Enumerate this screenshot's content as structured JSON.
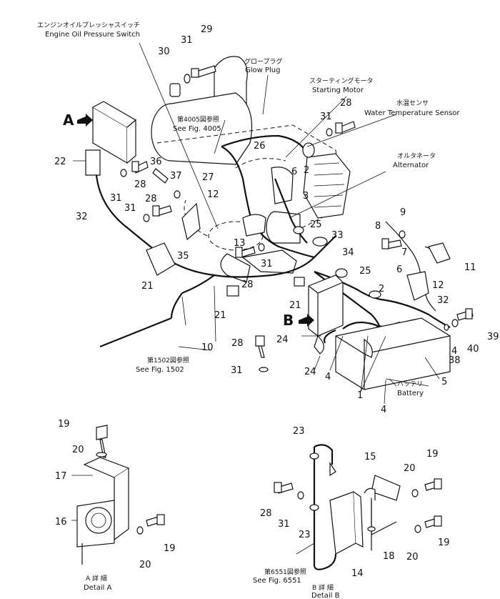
{
  "labels": {
    "oil_switch_jp": "エンジンオイルプレッシャスイッチ",
    "oil_switch_en": "Engine Oil Pressure Switch",
    "glow_plug_jp": "グロープラグ",
    "glow_plug_en": "Glow Plug",
    "starting_motor_jp": "スターティングモータ",
    "starting_motor_en": "Starting Motor",
    "water_temp_jp": "水温センサ",
    "water_temp_en": "Water Temperature Sensor",
    "alternator_jp": "オルタネータ",
    "alternator_en": "Alternator",
    "fig4005_jp": "第4005図参照",
    "fig4005_en": "See Fig. 4005",
    "fig1502_jp": "第1502図参照",
    "fig1502_en": "See Fig. 1502",
    "fig6551_jp": "第6551図参照",
    "fig6551_en": "See Fig. 6551",
    "battery_jp": "バッテリ",
    "battery_en": "Battery",
    "detail_a_letter": "A",
    "detail_b_letter": "B",
    "detail_a_jp": "A 詳 細",
    "detail_a_en": "Detail A",
    "detail_b_jp": "B 詳 細",
    "detail_b_en": "Detail B"
  },
  "callouts": {
    "c29": "29",
    "c30": "30",
    "c31a": "31",
    "c28a": "28",
    "c31b": "31",
    "c26": "26",
    "c6a": "6",
    "c2a": "2",
    "c27": "27",
    "c3": "3",
    "c12a": "12",
    "c22": "22",
    "c36": "36",
    "c28b": "28",
    "c31c": "31",
    "c37": "37",
    "c28c": "28",
    "c31d": "31",
    "c32a": "32",
    "c35": "35",
    "c13": "13",
    "c25a": "25",
    "c33": "33",
    "c34": "34",
    "c31e": "31",
    "c28d": "28",
    "c21a": "21",
    "c21b": "21",
    "c21c": "21",
    "c8": "8",
    "c9": "9",
    "c7": "7",
    "c11": "11",
    "c6b": "6",
    "c25b": "25",
    "c2b": "2",
    "c12b": "12",
    "c32b": "32",
    "c39": "39",
    "c40": "40",
    "c38": "38",
    "c4a": "4",
    "c24a": "24",
    "c24b": "24",
    "c28e": "28",
    "c31f": "31",
    "c10": "10",
    "c4b": "4",
    "c5": "5",
    "c1": "1",
    "c4c": "4",
    "c19a": "19",
    "c20a": "20",
    "c17": "17",
    "c16": "16",
    "c20b": "20",
    "c19b": "19",
    "c23a": "23",
    "c15": "15",
    "c19c": "19",
    "c20c": "20",
    "c28f": "28",
    "c31g": "31",
    "c23b": "23",
    "c18": "18",
    "c14": "14",
    "c20d": "20",
    "c19d": "19"
  }
}
